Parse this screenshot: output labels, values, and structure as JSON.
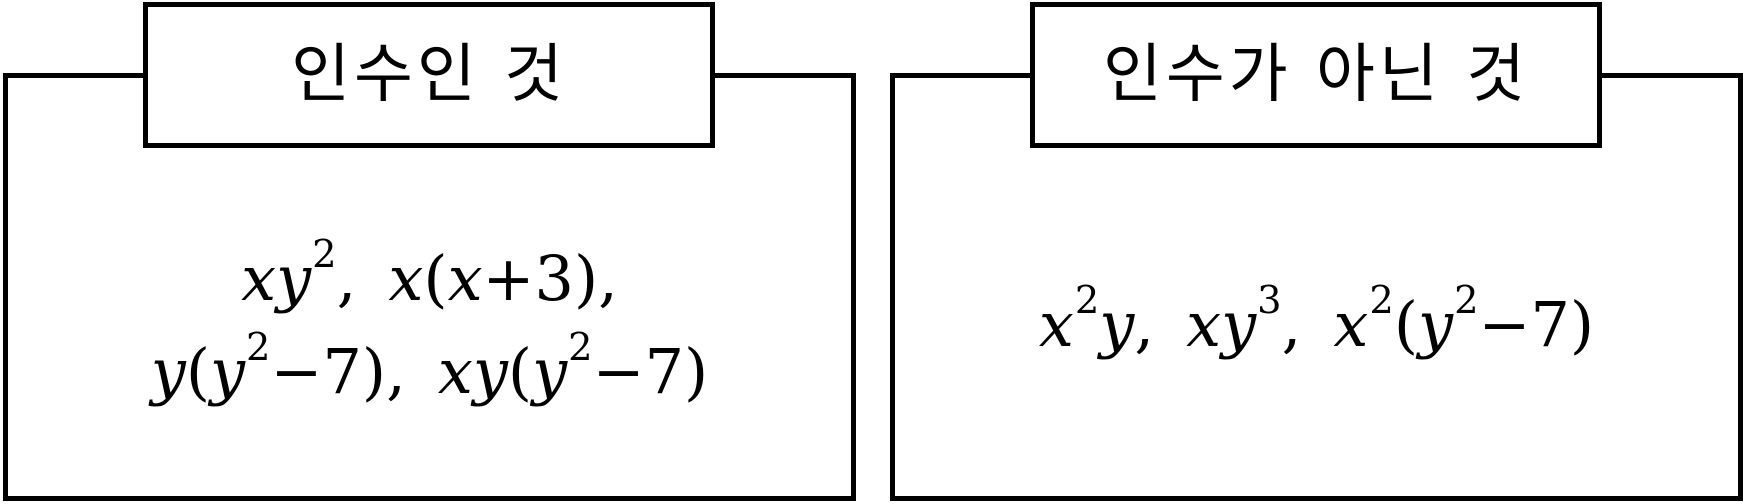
{
  "left_box": {
    "title": "인수인 것",
    "lines": [
      "xy², x(x+3),",
      "y(y²−7), xy(y²−7)"
    ]
  },
  "right_box": {
    "title": "인수가 아닌 것",
    "lines": [
      "x²y, xy³, x²(y²−7)"
    ]
  }
}
